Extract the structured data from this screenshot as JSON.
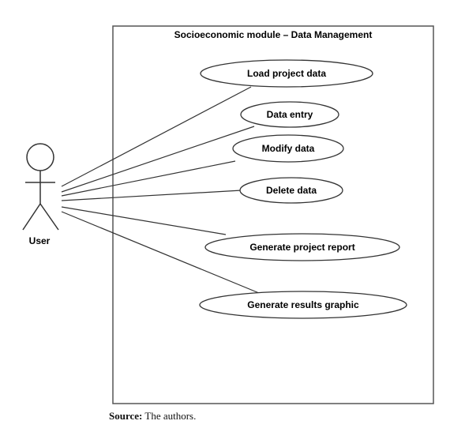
{
  "system": {
    "title": "Socioeconomic module – Data Management"
  },
  "actor": {
    "label": "User"
  },
  "use_cases": [
    {
      "id": "load-project-data",
      "label": "Load project data"
    },
    {
      "id": "data-entry",
      "label": "Data entry"
    },
    {
      "id": "modify-data",
      "label": "Modify data"
    },
    {
      "id": "delete-data",
      "label": "Delete data"
    },
    {
      "id": "generate-project-report",
      "label": "Generate project report"
    },
    {
      "id": "generate-results-graphic",
      "label": "Generate results graphic"
    }
  ],
  "associations": [
    {
      "from": "User",
      "to": "Load project data"
    },
    {
      "from": "User",
      "to": "Data entry"
    },
    {
      "from": "User",
      "to": "Modify data"
    },
    {
      "from": "User",
      "to": "Delete data"
    },
    {
      "from": "User",
      "to": "Generate project report"
    },
    {
      "from": "User",
      "to": "Generate results graphic"
    }
  ],
  "caption": {
    "label": "Source:",
    "text": " The authors."
  }
}
